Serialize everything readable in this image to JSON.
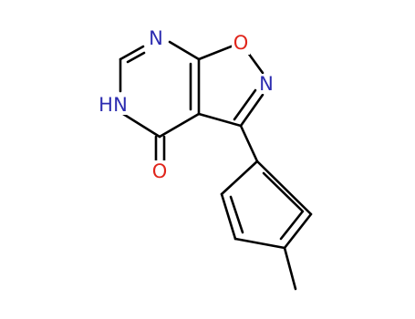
{
  "molecule": {
    "atoms": [
      {
        "id": "n_top",
        "label": "N",
        "color": "#2c2cb0"
      },
      {
        "id": "o_ring",
        "label": "O",
        "color": "#e0251b"
      },
      {
        "id": "n_right",
        "label": "N",
        "color": "#2c2cb0"
      },
      {
        "id": "nh",
        "label": "H",
        "color": "#2c2cb0"
      },
      {
        "id": "nh_n",
        "label": "N",
        "color": "#2c2cb0"
      },
      {
        "id": "o_carbonyl",
        "label": "O",
        "color": "#e0251b"
      }
    ],
    "bond_color": "#000000"
  }
}
